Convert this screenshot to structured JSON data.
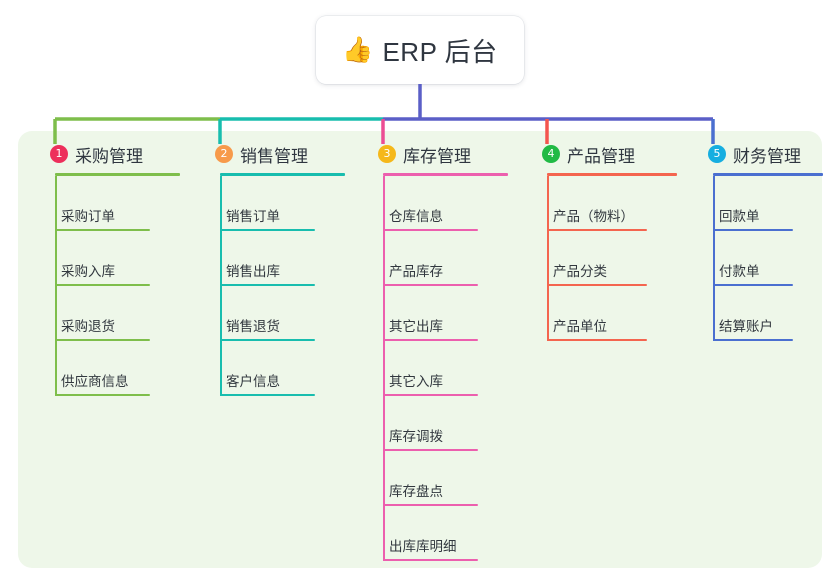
{
  "root": {
    "icon": "thumbs-up-icon",
    "emoji": "👍",
    "label": "ERP 后台"
  },
  "theme": {
    "panel_bg": "#eef7e9",
    "page_bg": "#ffffff",
    "text": "#2f3640",
    "trunk_line": "#5b5fc7"
  },
  "columns": [
    {
      "number": "1",
      "title": "采购管理",
      "badge_color": "#ed2f5b",
      "line_color": "#7ebe4b",
      "connector_color": "#7ebe4b",
      "items": [
        "采购订单",
        "采购入库",
        "采购退货",
        "供应商信息"
      ]
    },
    {
      "number": "2",
      "title": "销售管理",
      "badge_color": "#f79a4a",
      "line_color": "#18bdae",
      "connector_color": "#18bdae",
      "items": [
        "销售订单",
        "销售出库",
        "销售退货",
        "客户信息"
      ]
    },
    {
      "number": "3",
      "title": "库存管理",
      "badge_color": "#f5b81a",
      "line_color": "#ec5fae",
      "connector_color": "#ec4d94",
      "items": [
        "仓库信息",
        "产品库存",
        "其它出库",
        "其它入库",
        "库存调拨",
        "库存盘点",
        "出库库明细"
      ]
    },
    {
      "number": "4",
      "title": "产品管理",
      "badge_color": "#21ba45",
      "line_color": "#f4654f",
      "connector_color": "#f4554f",
      "items": [
        "产品（物料）",
        "产品分类",
        "产品单位"
      ]
    },
    {
      "number": "5",
      "title": "财务管理",
      "badge_color": "#16aee0",
      "line_color": "#4a6fd0",
      "connector_color": "#4a6fd0",
      "items": [
        "回款单",
        "付款单",
        "结算账户"
      ]
    }
  ]
}
